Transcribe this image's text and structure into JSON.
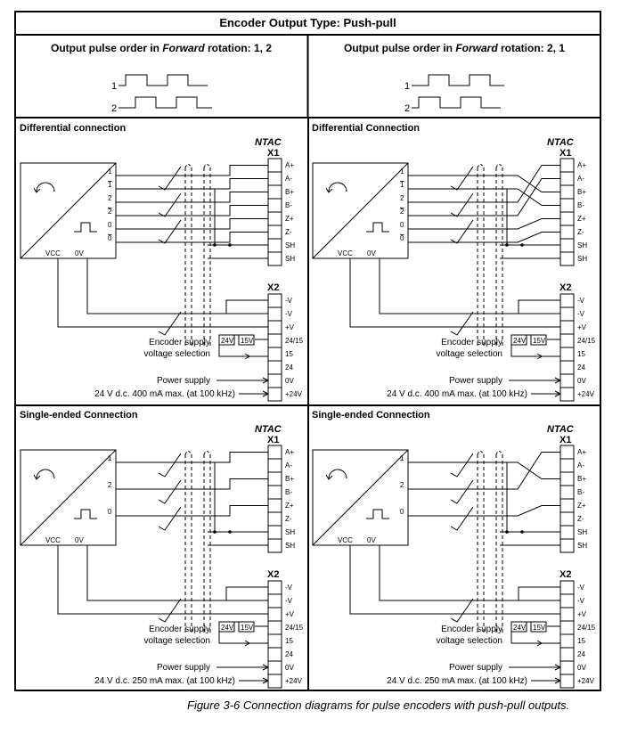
{
  "header": {
    "title": "Encoder Output Type: Push-pull"
  },
  "pulse_order": {
    "left": {
      "prefix": "Output pulse order in ",
      "word": "Forward",
      "suffix": " rotation: 1, 2"
    },
    "right": {
      "prefix": "Output pulse order in ",
      "word": "Forward",
      "suffix": " rotation: 2, 1"
    },
    "channel_labels": [
      "1",
      "2"
    ]
  },
  "panels": [
    {
      "title": "Differential connection",
      "mode": "diff",
      "cross": false,
      "supply_line1": "Power supply",
      "supply_line2": "24 V d.c. 400 mA max. (at 100 kHz)"
    },
    {
      "title": "Differential Connection",
      "mode": "diff",
      "cross": true,
      "supply_line1": "Power supply",
      "supply_line2": "24 V d.c. 400 mA max. (at 100 kHz)"
    },
    {
      "title": "Single-ended Connection",
      "mode": "single",
      "cross": false,
      "supply_line1": "Power supply",
      "supply_line2": "24 V d.c. 250 mA max. (at 100 kHz)"
    },
    {
      "title": "Single-ended Connection",
      "mode": "single",
      "cross": true,
      "supply_line1": "Power supply",
      "supply_line2": "24 V d.c. 250 mA max. (at 100 kHz)"
    }
  ],
  "encoder": {
    "vcc": "VCC",
    "zero_v": "0V",
    "pins_diff": [
      "1",
      "1",
      "2",
      "2",
      "0",
      "0"
    ],
    "pins_single": [
      "1",
      "2",
      "0"
    ]
  },
  "ntac": {
    "brand": "NTAC",
    "x1_label": "X1",
    "x1_pins": [
      "A+",
      "A-",
      "B+",
      "B-",
      "Z+",
      "Z-",
      "SH",
      "SH"
    ],
    "x2_label": "X2",
    "x2_pins": [
      "-V",
      "-V",
      "+V",
      "24/15",
      "15",
      "24",
      "0V",
      "+24V"
    ]
  },
  "selection": {
    "line1": "Encoder supply",
    "line2": "voltage selection",
    "opt_a": "24V",
    "opt_b": "15V"
  },
  "caption": "Figure 3-6 Connection diagrams for pulse encoders with push-pull outputs."
}
